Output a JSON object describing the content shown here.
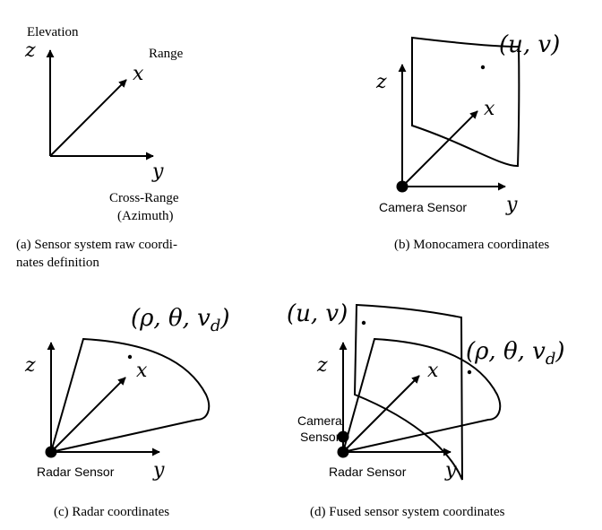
{
  "panel_a": {
    "axis_z": "z",
    "axis_x": "x",
    "axis_y": "y",
    "label_elevation": "Elevation",
    "label_range": "Range",
    "label_cross_range": "Cross-Range",
    "label_azimuth": "(Azimuth)",
    "caption_line1": "(a) Sensor system raw coordi-",
    "caption_line2": "nates definition"
  },
  "panel_b": {
    "axis_z": "z",
    "axis_x": "x",
    "axis_y": "y",
    "point_label": "(u, v)",
    "sensor_label": "Camera Sensor",
    "caption": "(b) Monocamera coordinates"
  },
  "panel_c": {
    "axis_z": "z",
    "axis_x": "x",
    "axis_y": "y",
    "point_label": "(ρ, θ, v",
    "point_label_sub": "d",
    "point_label_close": ")",
    "sensor_label": "Radar Sensor",
    "caption": "(c) Radar coordinates"
  },
  "panel_d": {
    "axis_z": "z",
    "axis_x": "x",
    "axis_y": "y",
    "camera_point_label": "(u, v)",
    "radar_point_label": "(ρ, θ, v",
    "radar_point_label_sub": "d",
    "radar_point_label_close": ")",
    "camera_label_line1": "Camera",
    "camera_label_line2": "Sensor",
    "radar_label": "Radar Sensor",
    "caption": "(d) Fused sensor system coordinates"
  }
}
